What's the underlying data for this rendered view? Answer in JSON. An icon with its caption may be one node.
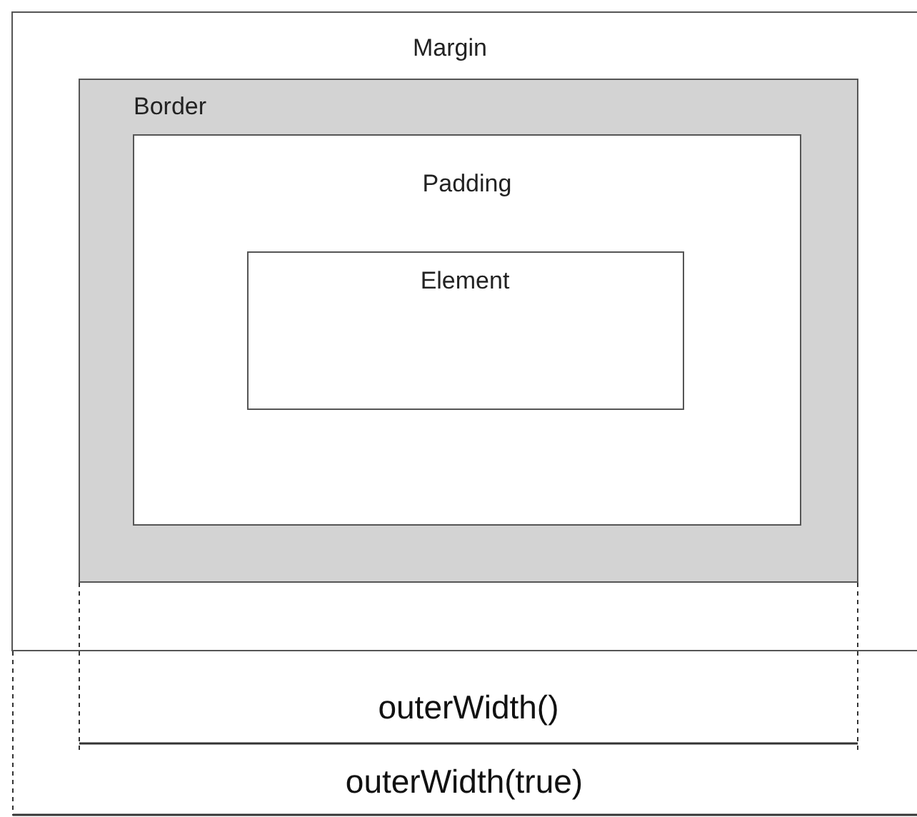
{
  "diagram": {
    "nodes": [
      {
        "text": [
          "Margin"
        ]
      },
      {
        "text": [
          "Border"
        ],
        "in": 0
      },
      {
        "text": [
          "Padding"
        ],
        "in": 1
      },
      {
        "text": [
          "Element"
        ],
        "in": 2
      }
    ],
    "labels": [
      "outerWidth()",
      "outerWidth(true)"
    ]
  }
}
